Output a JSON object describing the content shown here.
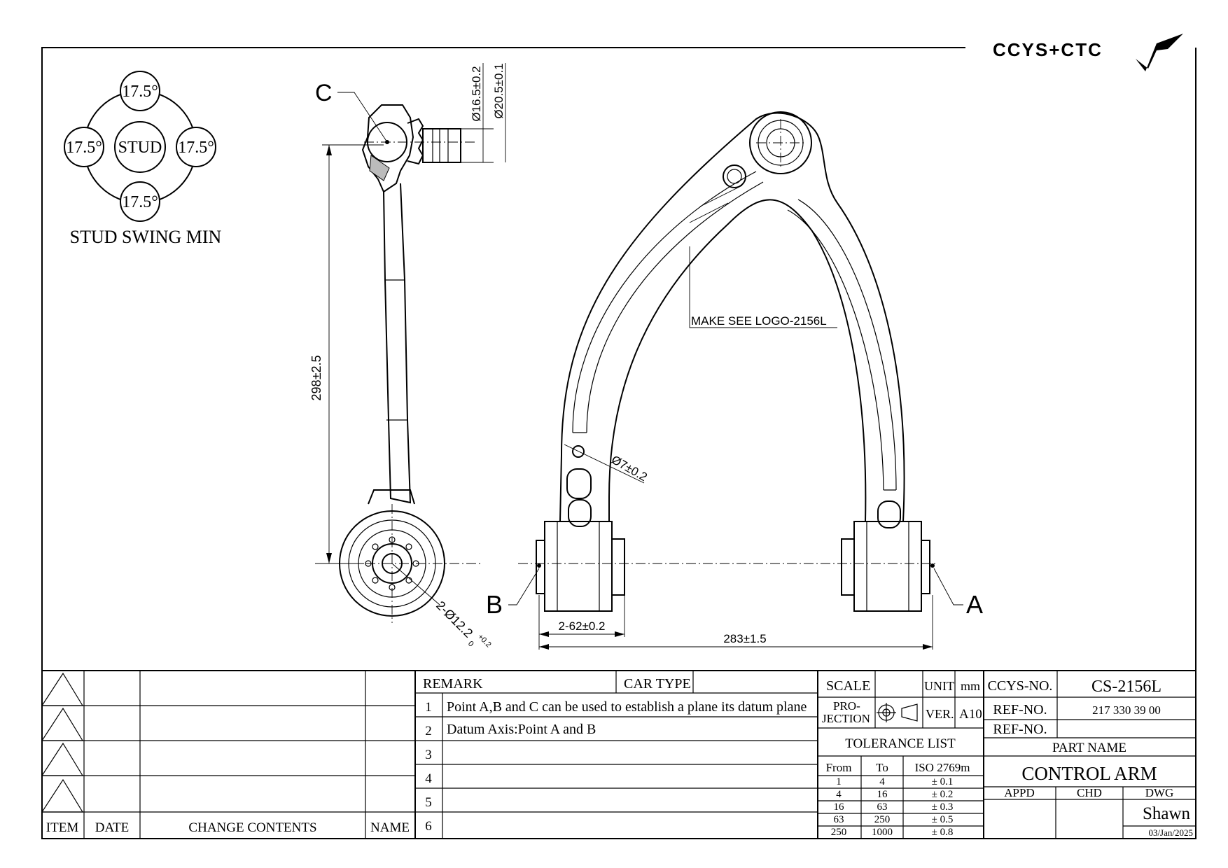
{
  "brand": {
    "logo_text": "CCYS+CTC"
  },
  "swing": {
    "title": "STUD SWING MIN",
    "center": "STUD",
    "top": "17.5°",
    "left": "17.5°",
    "right": "17.5°",
    "bottom": "17.5°"
  },
  "drawing": {
    "point_a": "A",
    "point_b": "B",
    "point_c": "C",
    "dim_stud_small": "Ø16.5±0.2",
    "dim_stud_large": "Ø20.5±0.1",
    "dim_length": "298±2.5",
    "dim_bushing_hole": "2-Ø12.2",
    "dim_bushing_tol_upper": "+0.2",
    "dim_bushing_tol_lower": "0",
    "dim_hole": "Ø7±0.2",
    "dim_bushing_width": "2-62±0.2",
    "dim_overall": "283±1.5",
    "logo_note": "MAKE SEE LOGO-2156L"
  },
  "revision_table": {
    "headers": [
      "ITEM",
      "DATE",
      "CHANGE CONTENTS",
      "NAME"
    ]
  },
  "remarks": {
    "header": "REMARK",
    "car_type_label": "CAR TYPE",
    "rows": [
      {
        "no": "1",
        "text": "Point A,B and C can be used to establish a plane its datum plane"
      },
      {
        "no": "2",
        "text": "Datum Axis:Point A and B"
      },
      {
        "no": "3",
        "text": ""
      },
      {
        "no": "4",
        "text": ""
      },
      {
        "no": "5",
        "text": ""
      },
      {
        "no": "6",
        "text": ""
      }
    ]
  },
  "specs": {
    "scale_label": "SCALE",
    "unit_label": "UNIT",
    "unit_value": "mm",
    "projection_label_1": "PRO-",
    "projection_label_2": "JECTION",
    "ver_label": "VER.",
    "ver_value": "A10",
    "tolerance_title": "TOLERANCE LIST",
    "tolerance_headers": [
      "From",
      "To",
      "ISO 2769m"
    ],
    "tolerance_rows": [
      {
        "from": "1",
        "to": "4",
        "tol": "± 0.1"
      },
      {
        "from": "4",
        "to": "16",
        "tol": "± 0.2"
      },
      {
        "from": "16",
        "to": "63",
        "tol": "± 0.3"
      },
      {
        "from": "63",
        "to": "250",
        "tol": "± 0.5"
      },
      {
        "from": "250",
        "to": "1000",
        "tol": "± 0.8"
      }
    ]
  },
  "title_block": {
    "ccys_no_label": "CCYS-NO.",
    "ccys_no_value": "CS-2156L",
    "ref_no_label": "REF-NO.",
    "ref_no_value": "217 330 39 00",
    "ref_no2_label": "REF-NO.",
    "ref_no2_value": "",
    "part_name_label": "PART NAME",
    "part_name": "CONTROL ARM",
    "appd_label": "APPD",
    "chd_label": "CHD",
    "dwg_label": "DWG",
    "drawn_by": "Shawn",
    "date": "03/Jan/2025"
  }
}
